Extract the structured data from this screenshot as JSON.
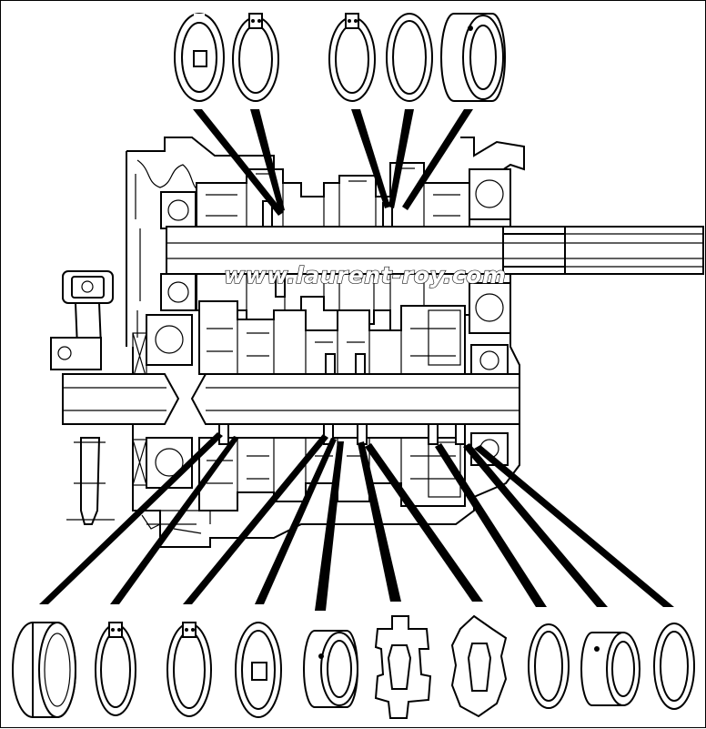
{
  "diagram": {
    "watermark": "www.laurent-roy.com",
    "colors": {
      "ink": "#000000",
      "paper": "#ffffff"
    },
    "parts_top": [
      {
        "name": "circlip"
      },
      {
        "name": "circlip"
      },
      {
        "name": "circlip"
      },
      {
        "name": "thrust-washer"
      },
      {
        "name": "bush"
      }
    ],
    "parts_bottom": [
      {
        "name": "flanged-bush"
      },
      {
        "name": "circlip"
      },
      {
        "name": "circlip"
      },
      {
        "name": "circlip"
      },
      {
        "name": "bush"
      },
      {
        "name": "splined-washer"
      },
      {
        "name": "splined-washer"
      },
      {
        "name": "thrust-washer"
      },
      {
        "name": "bush"
      },
      {
        "name": "thrust-washer"
      }
    ]
  }
}
